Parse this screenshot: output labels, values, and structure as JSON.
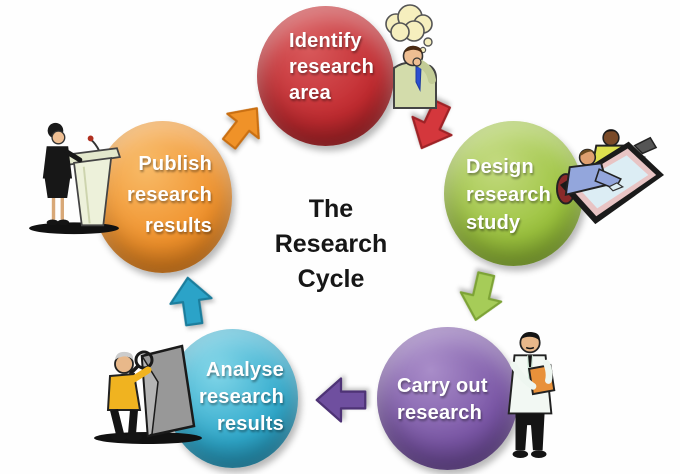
{
  "title": {
    "text": "The Research Cycle",
    "lines": [
      "The",
      "Research",
      "Cycle"
    ]
  },
  "stages": [
    {
      "id": "identify",
      "label": "Identify research area",
      "lines": [
        "Identify",
        "research",
        "area"
      ],
      "color": "#c22b30",
      "figure": "thinking-man-with-thought-bubble"
    },
    {
      "id": "design",
      "label": "Design research study",
      "lines": [
        "Design",
        "research",
        "study"
      ],
      "color": "#9cc33e",
      "figure": "two-people-at-drafting-table"
    },
    {
      "id": "carry-out",
      "label": "Carry out research",
      "lines": [
        "Carry out",
        "research"
      ],
      "color": "#7a56a6",
      "figure": "scientist-with-clipboard"
    },
    {
      "id": "analyse",
      "label": "Analyse research results",
      "lines": [
        "Analyse",
        "research",
        "results"
      ],
      "color": "#2fa9cc",
      "figure": "man-with-magnifying-glass"
    },
    {
      "id": "publish",
      "label": "Publish research results",
      "lines": [
        "Publish",
        "research",
        "results"
      ],
      "color": "#f0912b",
      "figure": "woman-at-podium"
    }
  ],
  "arrows": [
    {
      "from": "publish",
      "to": "identify",
      "color": "#f09228",
      "direction": "up-right"
    },
    {
      "from": "identify",
      "to": "design",
      "color": "#d4373c",
      "direction": "down-left"
    },
    {
      "from": "design",
      "to": "carry-out",
      "color": "#a6cc58",
      "direction": "down"
    },
    {
      "from": "carry-out",
      "to": "analyse",
      "color": "#6f4f9f",
      "direction": "left"
    },
    {
      "from": "analyse",
      "to": "publish",
      "color": "#2ba3c8",
      "direction": "up"
    }
  ]
}
